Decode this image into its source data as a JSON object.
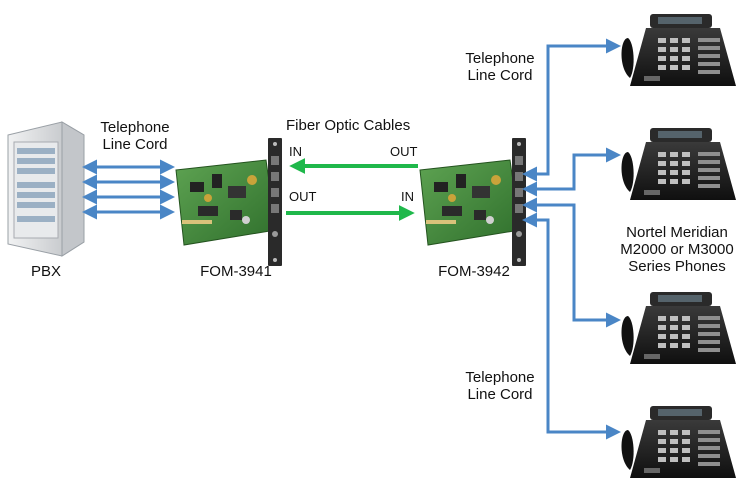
{
  "colors": {
    "telephone_line": "#4a86c6",
    "fiber": "#1fb84b",
    "pcb": "#3f8a3a",
    "rack": "#d7d9dc",
    "phone_body": "#1c1c1c"
  },
  "labels": {
    "pbx": "PBX",
    "tx_module": "FOM-3941",
    "rx_module": "FOM-3942",
    "fiber_cables": "Fiber Optic Cables",
    "fiber_top_in": "IN",
    "fiber_top_out": "OUT",
    "fiber_bottom_out": "OUT",
    "fiber_bottom_in": "IN",
    "line_cord_left": [
      "Telephone",
      "Line Cord"
    ],
    "line_cord_top_right": [
      "Telephone",
      "Line Cord"
    ],
    "line_cord_bottom_right": [
      "Telephone",
      "Line Cord"
    ],
    "phones_caption": [
      "Nortel Meridian",
      "M2000 or M3000",
      "Series Phones"
    ]
  },
  "icons": {
    "pbx": "rack-cabinet-icon",
    "module": "fiber-modem-card-icon",
    "phone": "desk-phone-icon"
  }
}
